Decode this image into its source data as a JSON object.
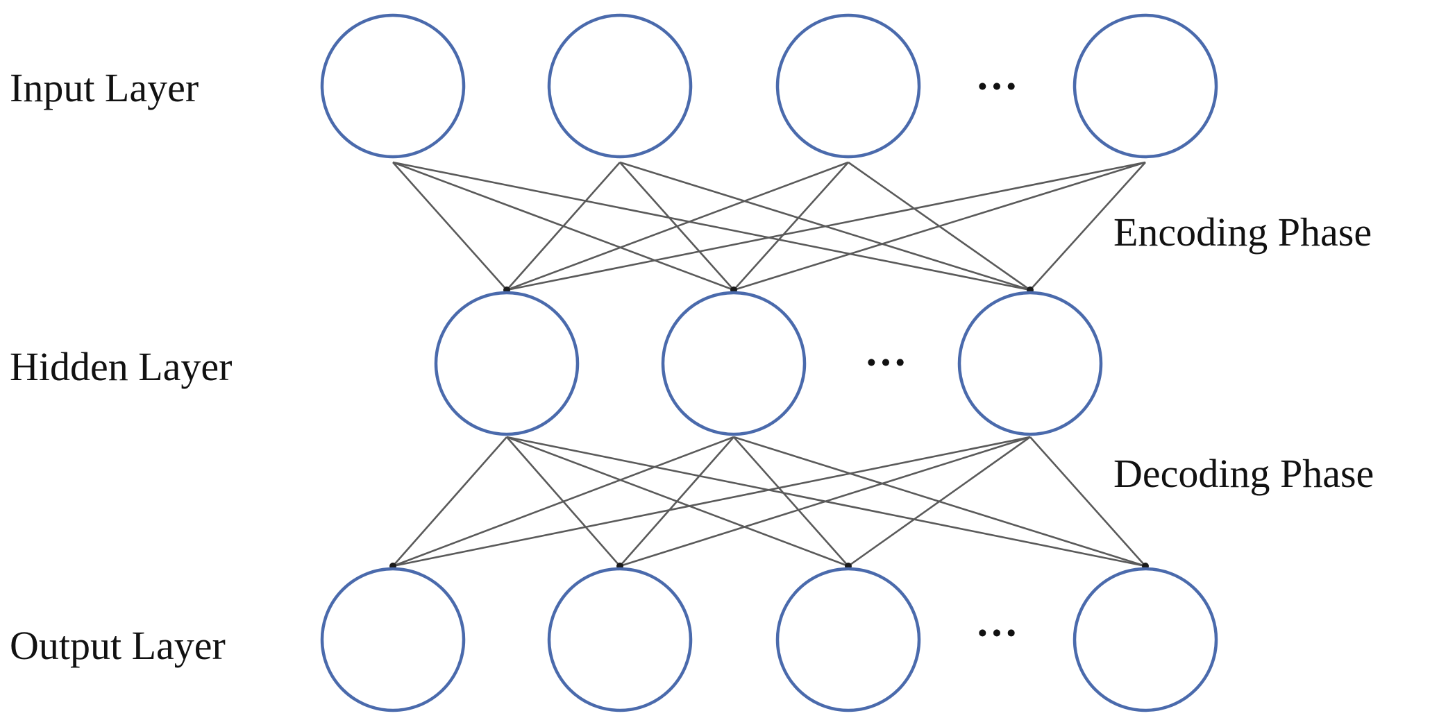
{
  "layers": [
    {
      "label": "Input Layer",
      "ellipsis": "···"
    },
    {
      "label": "Hidden Layer",
      "ellipsis": "···"
    },
    {
      "label": "Output Layer",
      "ellipsis": "···"
    }
  ],
  "phases": {
    "encoding": "Encoding Phase",
    "decoding": "Decoding Phase"
  },
  "colors": {
    "node_stroke": "#4a6aac",
    "edge": "#5a5a5a"
  }
}
